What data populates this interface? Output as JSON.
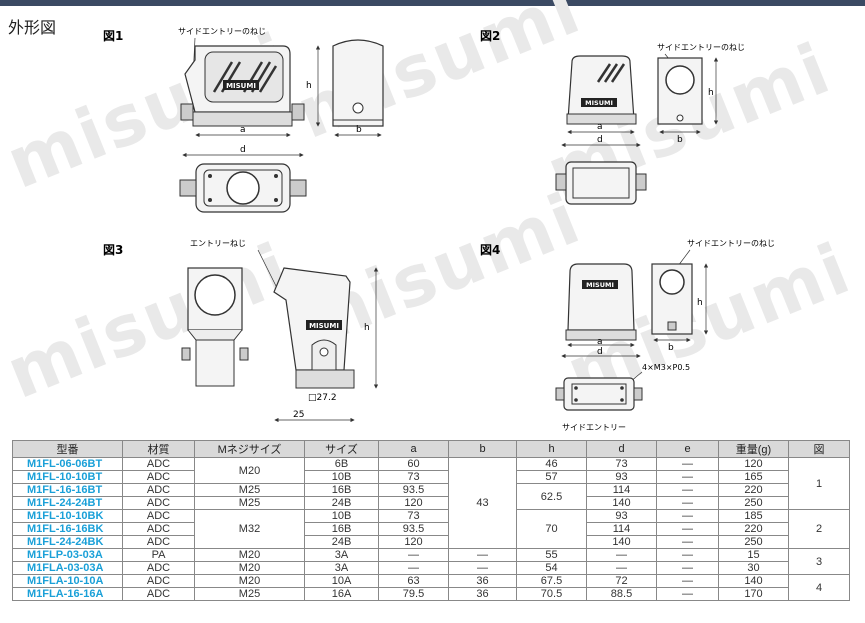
{
  "page_title": "外形図",
  "figures": {
    "fig1": {
      "label": "図1",
      "callout": "サイドエントリーのねじ",
      "dim_a": "a",
      "dim_d": "d",
      "dim_h": "h",
      "dim_b": "b",
      "logo": "MISUMI"
    },
    "fig2": {
      "label": "図2",
      "callout": "サイドエントリーのねじ",
      "dim_a": "a",
      "dim_d": "d",
      "dim_h": "h",
      "dim_b": "b",
      "logo": "MISUMI"
    },
    "fig3": {
      "label": "図3",
      "callout": "エントリーねじ",
      "dim_h": "h",
      "dim_272": "□27.2",
      "dim_25": "25",
      "logo": "MISUMI"
    },
    "fig4": {
      "label": "図4",
      "callout": "サイドエントリーのねじ",
      "dim_a": "a",
      "dim_d": "d",
      "dim_h": "h",
      "dim_b": "b",
      "screw": "4×M3×P0.5",
      "bottom": "サイドエントリー",
      "logo": "MISUMI"
    }
  },
  "watermark": "misumi",
  "table": {
    "headers": [
      "型番",
      "材質",
      "Mネジサイズ",
      "サイズ",
      "a",
      "b",
      "h",
      "d",
      "e",
      "重量(g)",
      "図"
    ],
    "rows": [
      {
        "pn": "M1FL-06-06BT",
        "mat": "ADC",
        "m": "M20",
        "size": "6B",
        "a": "60",
        "b": "",
        "h": "46",
        "d": "73",
        "e": "—",
        "w": "120",
        "fig": "1"
      },
      {
        "pn": "M1FL-10-10BT",
        "mat": "ADC",
        "m": "",
        "size": "10B",
        "a": "73",
        "b": "",
        "h": "57",
        "d": "93",
        "e": "—",
        "w": "165",
        "fig": ""
      },
      {
        "pn": "M1FL-16-16BT",
        "mat": "ADC",
        "m": "M25",
        "size": "16B",
        "a": "93.5",
        "b": "43",
        "h": "62.5",
        "d": "114",
        "e": "—",
        "w": "220",
        "fig": ""
      },
      {
        "pn": "M1FL-24-24BT",
        "mat": "ADC",
        "m": "M25",
        "size": "24B",
        "a": "120",
        "b": "",
        "h": "",
        "d": "140",
        "e": "—",
        "w": "250",
        "fig": ""
      },
      {
        "pn": "M1FL-10-10BK",
        "mat": "ADC",
        "m": "M32",
        "size": "10B",
        "a": "73",
        "b": "",
        "h": "70",
        "d": "93",
        "e": "—",
        "w": "185",
        "fig": "2"
      },
      {
        "pn": "M1FL-16-16BK",
        "mat": "ADC",
        "m": "",
        "size": "16B",
        "a": "93.5",
        "b": "",
        "h": "",
        "d": "114",
        "e": "—",
        "w": "220",
        "fig": ""
      },
      {
        "pn": "M1FL-24-24BK",
        "mat": "ADC",
        "m": "",
        "size": "24B",
        "a": "120",
        "b": "",
        "h": "",
        "d": "140",
        "e": "—",
        "w": "250",
        "fig": ""
      },
      {
        "pn": "M1FLP-03-03A",
        "mat": "PA",
        "m": "M20",
        "size": "3A",
        "a": "—",
        "b": "—",
        "h": "55",
        "d": "—",
        "e": "—",
        "w": "15",
        "fig": "3"
      },
      {
        "pn": "M1FLA-03-03A",
        "mat": "ADC",
        "m": "M20",
        "size": "3A",
        "a": "—",
        "b": "—",
        "h": "54",
        "d": "—",
        "e": "—",
        "w": "30",
        "fig": ""
      },
      {
        "pn": "M1FLA-10-10A",
        "mat": "ADC",
        "m": "M20",
        "size": "10A",
        "a": "63",
        "b": "36",
        "h": "67.5",
        "d": "72",
        "e": "—",
        "w": "140",
        "fig": "4"
      },
      {
        "pn": "M1FLA-16-16A",
        "mat": "ADC",
        "m": "M25",
        "size": "16A",
        "a": "79.5",
        "b": "36",
        "h": "70.5",
        "d": "88.5",
        "e": "—",
        "w": "170",
        "fig": ""
      }
    ]
  }
}
